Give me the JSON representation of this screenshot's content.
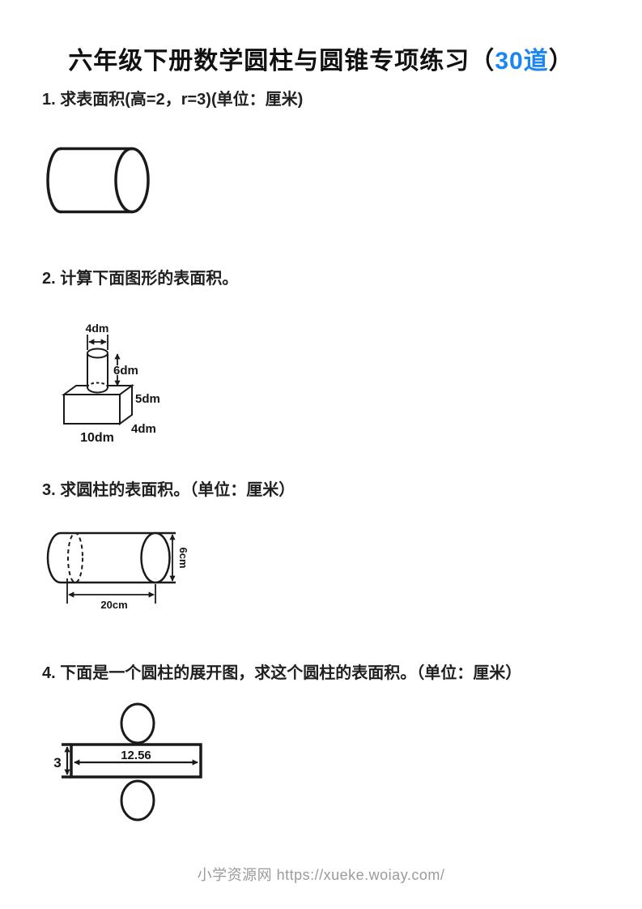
{
  "title": {
    "prefix": "六年级下册数学圆柱与圆锥专项练习（",
    "highlight": "30道",
    "suffix": "）"
  },
  "questions": [
    {
      "text": "1. 求表面积(高=2，r=3)(单位：厘米)"
    },
    {
      "text": "2. 计算下面图形的表面积。"
    },
    {
      "text": "3. 求圆柱的表面积。（单位：厘米）"
    },
    {
      "text": "4. 下面是一个圆柱的展开图，求这个圆柱的表面积。（单位：厘米）"
    }
  ],
  "diagrams": {
    "q2": {
      "top_diameter": "4dm",
      "cylinder_height": "6dm",
      "box_height": "5dm",
      "box_depth": "4dm",
      "box_length": "10dm"
    },
    "q3": {
      "diameter": "6cm",
      "length": "20cm"
    },
    "q4": {
      "circumference": "12.56",
      "rect_height": "3"
    }
  },
  "footer": {
    "site_text": "小学资源网 https://xueke.woiay.com/"
  },
  "colors": {
    "title_highlight": "#1a86f0",
    "ink": "#1a1a1a",
    "footer_gray": "#9b9b9b"
  }
}
